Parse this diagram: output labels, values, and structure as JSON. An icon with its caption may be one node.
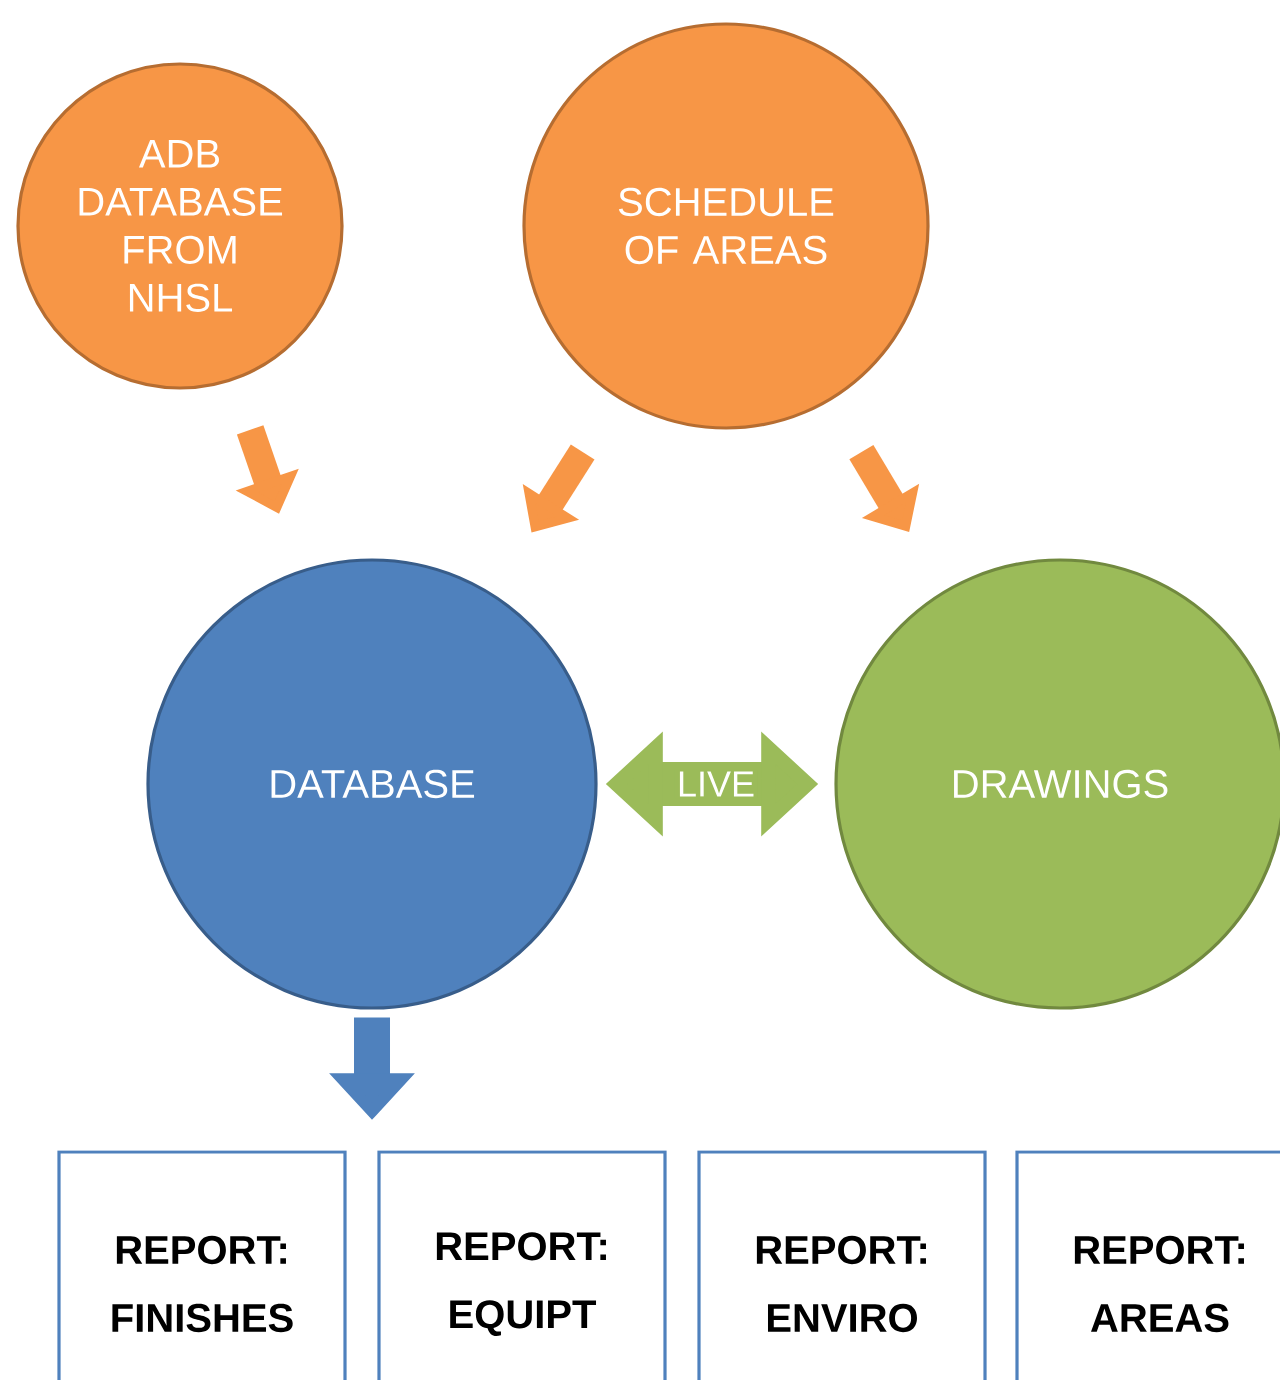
{
  "diagram": {
    "nodes": [
      {
        "text": [
          "ADB DATABASE FROM NHSL"
        ]
      },
      {
        "text": [
          "SCHEDULE OF AREAS"
        ]
      },
      {
        "text": [
          "DATABASE"
        ]
      },
      {
        "text": [
          "DRAWINGS"
        ]
      },
      {
        "text": [
          "REPORT: FINISHES"
        ]
      },
      {
        "text": [
          "REPORT: EQUIPT"
        ]
      },
      {
        "text": [
          "REPORT: ENVIRO"
        ]
      },
      {
        "text": [
          "REPORT: AREAS"
        ]
      }
    ],
    "edges": [
      {
        "from": 0,
        "to": 2,
        "arrow": "to"
      },
      {
        "from": 1,
        "to": 2,
        "arrow": "to"
      },
      {
        "from": 1,
        "to": 3,
        "arrow": "to"
      },
      {
        "from": 2,
        "to": 3,
        "arrow": "both",
        "label": "LIVE",
        "color": "#9bbb59"
      },
      {
        "from": 2,
        "to": null,
        "arrow": "to",
        "color": "#4f81bd"
      }
    ]
  }
}
